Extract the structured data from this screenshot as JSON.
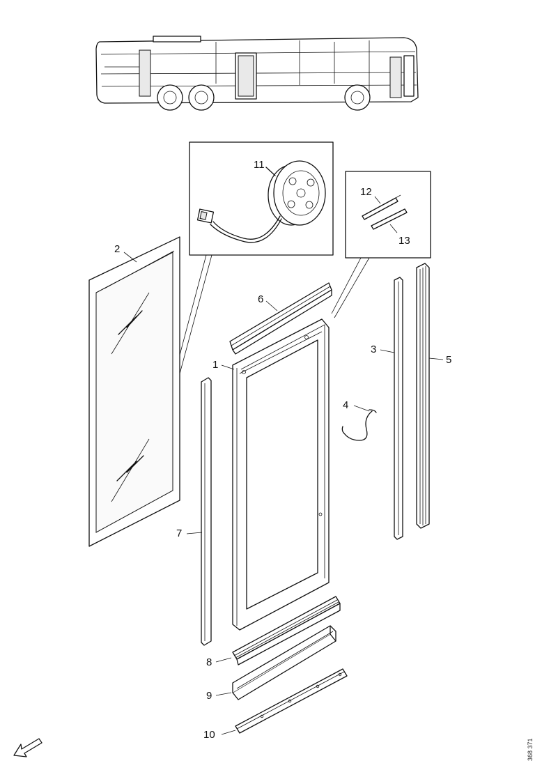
{
  "diagram": {
    "callouts": [
      {
        "id": "label-1",
        "text": "1"
      },
      {
        "id": "label-2",
        "text": "2"
      },
      {
        "id": "label-3",
        "text": "3"
      },
      {
        "id": "label-4",
        "text": "4"
      },
      {
        "id": "label-5",
        "text": "5"
      },
      {
        "id": "label-6",
        "text": "6"
      },
      {
        "id": "label-7",
        "text": "7"
      },
      {
        "id": "label-8",
        "text": "8"
      },
      {
        "id": "label-9",
        "text": "9"
      },
      {
        "id": "label-10",
        "text": "10"
      },
      {
        "id": "label-11",
        "text": "11"
      },
      {
        "id": "label-12",
        "text": "12"
      },
      {
        "id": "label-13",
        "text": "13"
      }
    ],
    "reference_code": "368 371"
  }
}
